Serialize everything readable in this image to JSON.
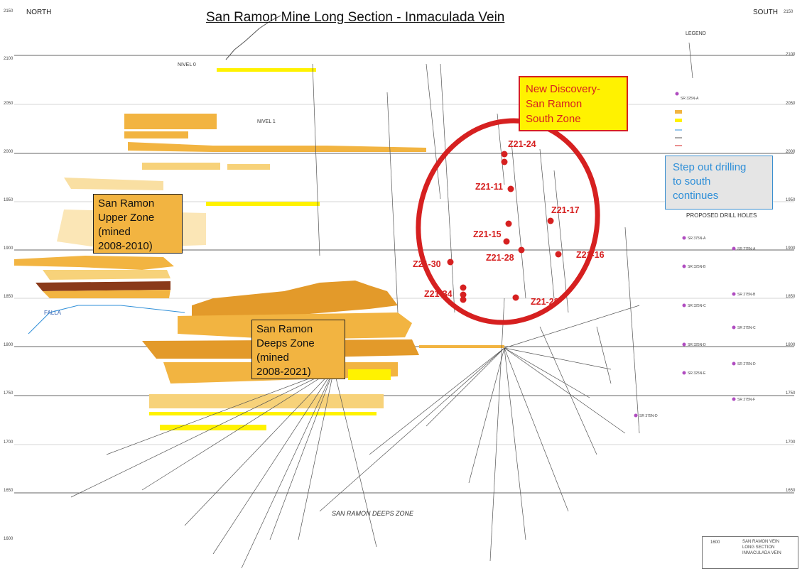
{
  "title": "San Ramon Mine Long Section - Inmaculada Vein",
  "directions": {
    "north": "NORTH",
    "south": "SOUTH"
  },
  "elevations_left": [
    "2150",
    "2100",
    "2050",
    "2000",
    "1950",
    "1900",
    "1850",
    "1800",
    "1750",
    "1700",
    "1650",
    "1600"
  ],
  "elevations_right": [
    "2150",
    "2100",
    "2050",
    "2000",
    "1950",
    "1900",
    "1850",
    "1800",
    "1750",
    "1700",
    "1650"
  ],
  "levels": {
    "nivel_0": "NIVEL 0",
    "nivel_1": "NIVEL 1"
  },
  "zones": {
    "upper": {
      "line1": "San Ramon",
      "line2": "Upper Zone",
      "line3": "(mined",
      "line4": "2008-2010)"
    },
    "deeps": {
      "line1": "San Ramon",
      "line2": "Deeps Zone",
      "line3": "(mined",
      "line4": "2008-2021)"
    }
  },
  "callouts": {
    "discovery": {
      "line1": "New Discovery-",
      "line2": "San Ramon",
      "line3": "South Zone"
    },
    "stepout": {
      "line1": "Step out drilling",
      "line2": "to south",
      "line3": "continues"
    }
  },
  "drill_holes": [
    {
      "label": "Z21-24"
    },
    {
      "label": "Z21-11"
    },
    {
      "label": "Z21-17"
    },
    {
      "label": "Z21-15"
    },
    {
      "label": "Z21-28"
    },
    {
      "label": "Z21-16"
    },
    {
      "label": "Z21-30"
    },
    {
      "label": "Z21-34"
    },
    {
      "label": "Z21-28"
    }
  ],
  "proposed": {
    "heading": "PROPOSED DRILL HOLES",
    "holes": [
      "SR 325N-A",
      "SR 375N-A",
      "SR 275N-A",
      "SR 325N-B",
      "SR 275N-B",
      "SR 325N-C",
      "SR 275N-C",
      "SR 325N-D",
      "SR 275N-D",
      "SR 325N-E",
      "SR 275N-F",
      "SR 375N-D"
    ]
  },
  "labels": {
    "deeps_zone": "SAN RAMON DEEPS ZONE",
    "falla": "FALLA",
    "legend": "LEGEND",
    "titleblock_line1": "SAN RAMON VEIN",
    "titleblock_line2": "LONG SECTION",
    "titleblock_line3": "INMACULADA VEIN",
    "scale_number": "1600"
  },
  "colors": {
    "stope": "#f2b441",
    "stope_light": "#f7d27a",
    "stope_dark": "#e39a2a",
    "brown": "#8a3a1a",
    "yellow": "#fff200",
    "red": "#d62020",
    "blue": "#2f8fd8",
    "drill_line": "#555555"
  }
}
